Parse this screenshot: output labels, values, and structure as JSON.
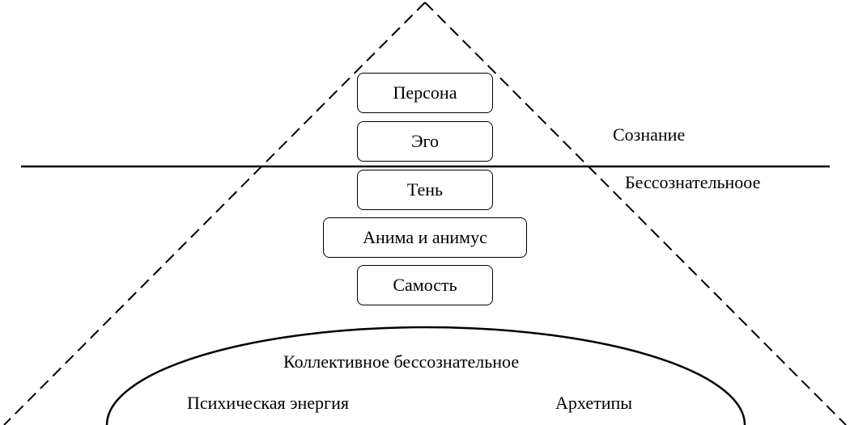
{
  "diagram": {
    "layers": {
      "conscious_label": "Сознание",
      "unconscious_label": "Бессознательноое"
    },
    "boxes": {
      "persona": "Персона",
      "ego": "Эго",
      "shadow": "Тень",
      "anima_animus": "Анима и анимус",
      "self": "Самость"
    },
    "collective": {
      "title": "Коллективное бессознательное",
      "psychic_energy": "Психическая энергия",
      "archetypes": "Архетипы"
    }
  }
}
